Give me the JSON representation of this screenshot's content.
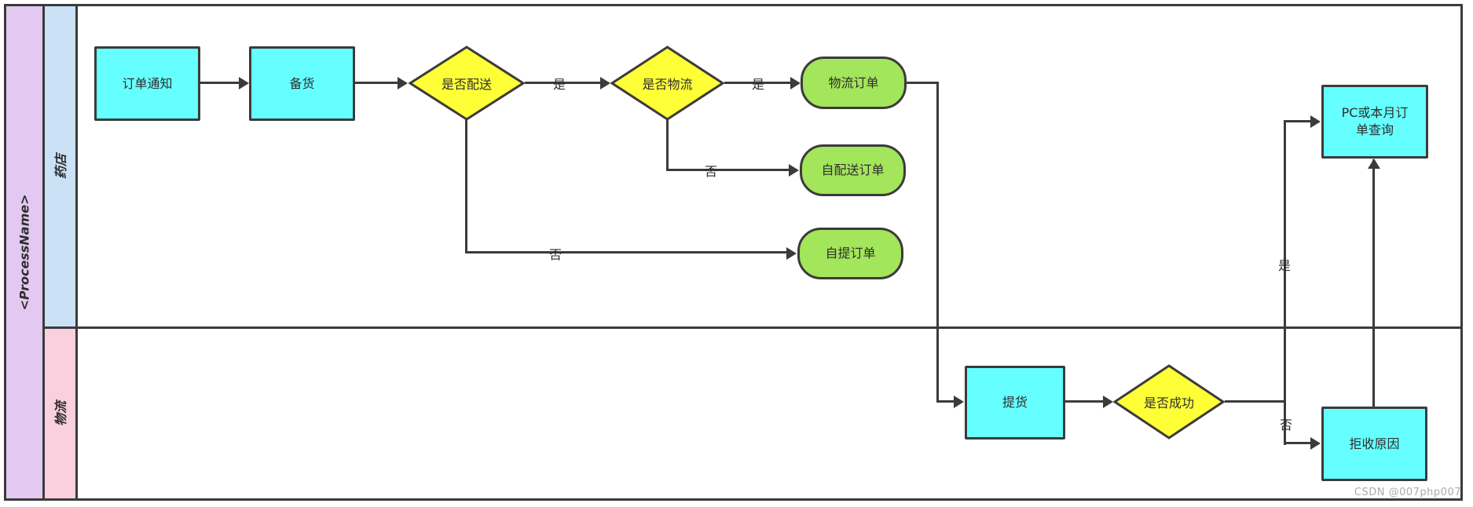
{
  "diagram": {
    "title": "<ProcessName>",
    "lanes": [
      {
        "label": "药店"
      },
      {
        "label": "物流"
      }
    ],
    "nodes": {
      "order_notice": "订单通知",
      "prepare_goods": "备货",
      "is_delivery": "是否配送",
      "is_logistics": "是否物流",
      "logistics_order": "物流订单",
      "self_delivery_order": "自配送订单",
      "self_pickup_order": "自提订单",
      "pickup": "提货",
      "is_success": "是否成功",
      "pc_query": "PC或本月订单查询",
      "reject_reason": "拒收原因"
    },
    "edge_labels": {
      "yes_delivery": "是",
      "yes_logistics": "是",
      "no_logistics": "否",
      "no_delivery": "否",
      "yes_success": "是",
      "no_success": "否"
    },
    "watermark": "CSDN @007php007",
    "colors": {
      "process_fill": "#66FFFF",
      "decision_fill": "#FFFF38",
      "terminal_fill": "#A3E55B",
      "title_column_fill": "#E3C9F2",
      "lane_pharmacy_fill": "#CBE2F6",
      "lane_logistics_fill": "#FAD0DE",
      "line_color": "#3B3B3B"
    }
  }
}
